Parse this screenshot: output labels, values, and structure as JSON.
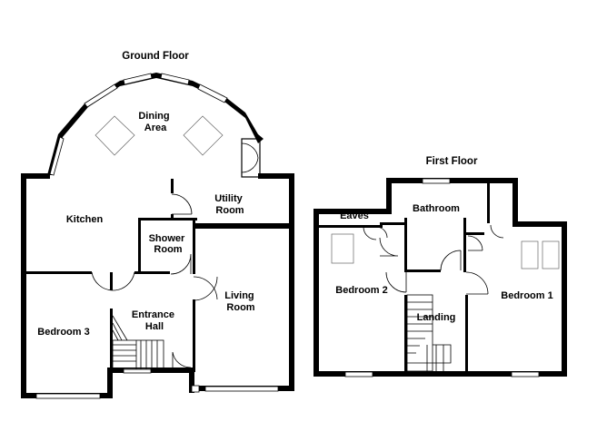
{
  "ground_floor": {
    "title": "Ground Floor",
    "rooms": {
      "dining": [
        "Dining",
        "Area"
      ],
      "kitchen": [
        "Kitchen"
      ],
      "utility": [
        "Utility",
        "Room"
      ],
      "shower": [
        "Shower",
        "Room"
      ],
      "living": [
        "Living",
        "Room"
      ],
      "hall": [
        "Entrance",
        "Hall"
      ],
      "bedroom3": [
        "Bedroom 3"
      ]
    }
  },
  "first_floor": {
    "title": "First Floor",
    "rooms": {
      "eaves": [
        "Eaves"
      ],
      "bathroom": [
        "Bathroom"
      ],
      "bedroom2": [
        "Bedroom 2"
      ],
      "landing": [
        "Landing"
      ],
      "bedroom1": [
        "Bedroom 1"
      ]
    }
  }
}
